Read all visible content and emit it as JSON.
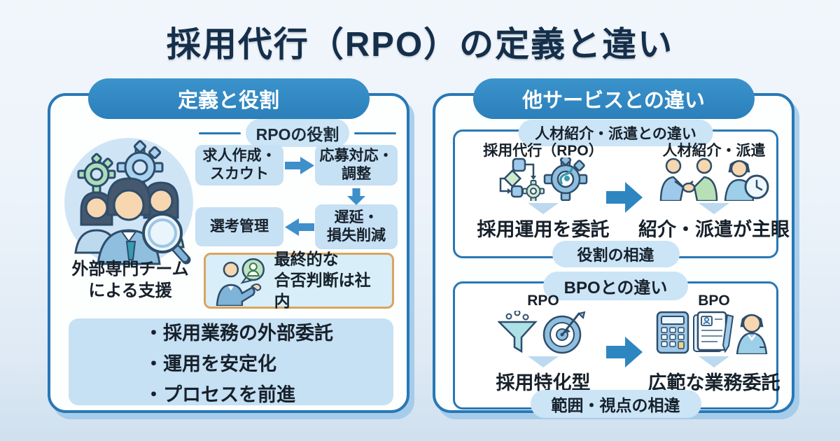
{
  "title": "採用代行（RPO）の定義と違い",
  "colors": {
    "accent_blue": "#2e86c1",
    "panel_border": "#2878b5",
    "light_box": "#c6e0f4",
    "pill_bg": "#cbe4f6",
    "callout_bg": "#d8eef8",
    "callout_border": "#d9a55f",
    "title_navy": "#152f4b"
  },
  "left_panel": {
    "header": "定義と役割",
    "role_banner": "RPOの役割",
    "flow_steps": [
      "求人作成・\nスカウト",
      "応募対応・\n調整",
      "遅延・\n損失削減",
      "選考管理"
    ],
    "illustration_caption": "外部専門チーム\nによる支援",
    "callout_text": "最終的な\n合否判断は社内",
    "summary_items": [
      "・採用業務の外部委託",
      "・運用を安定化",
      "・プロセスを前進"
    ]
  },
  "right_panel": {
    "header": "他サービスとの違い",
    "sections": [
      {
        "title_pill": "人材紹介・派遣との違い",
        "left_label": "採用代行（RPO）",
        "left_caption": "採用運用を委託",
        "right_label": "人材紹介・派遣",
        "right_caption": "紹介・派遣が主眼",
        "footer_pill": "役割の相違"
      },
      {
        "title_pill": "BPOとの違い",
        "left_label": "RPO",
        "left_caption": "採用特化型",
        "right_label": "BPO",
        "right_caption": "広範な業務委託",
        "footer_pill": "範囲・視点の相違"
      }
    ]
  },
  "icons": {
    "team-illustration": "external specialist team with gears and magnifying glass",
    "presenter-speech-icon": "businessman presenting with speech bubble",
    "flowchart-gears-icon": "process flowchart with gears",
    "handshake-icon": "two people shaking hands",
    "clock-person-icon": "staff member with clock",
    "funnel-icon": "screening funnel",
    "target-icon": "target with dart",
    "calculator-icon": "calculator",
    "document-pen-icon": "document with pen",
    "businessperson-icon": "business person"
  }
}
